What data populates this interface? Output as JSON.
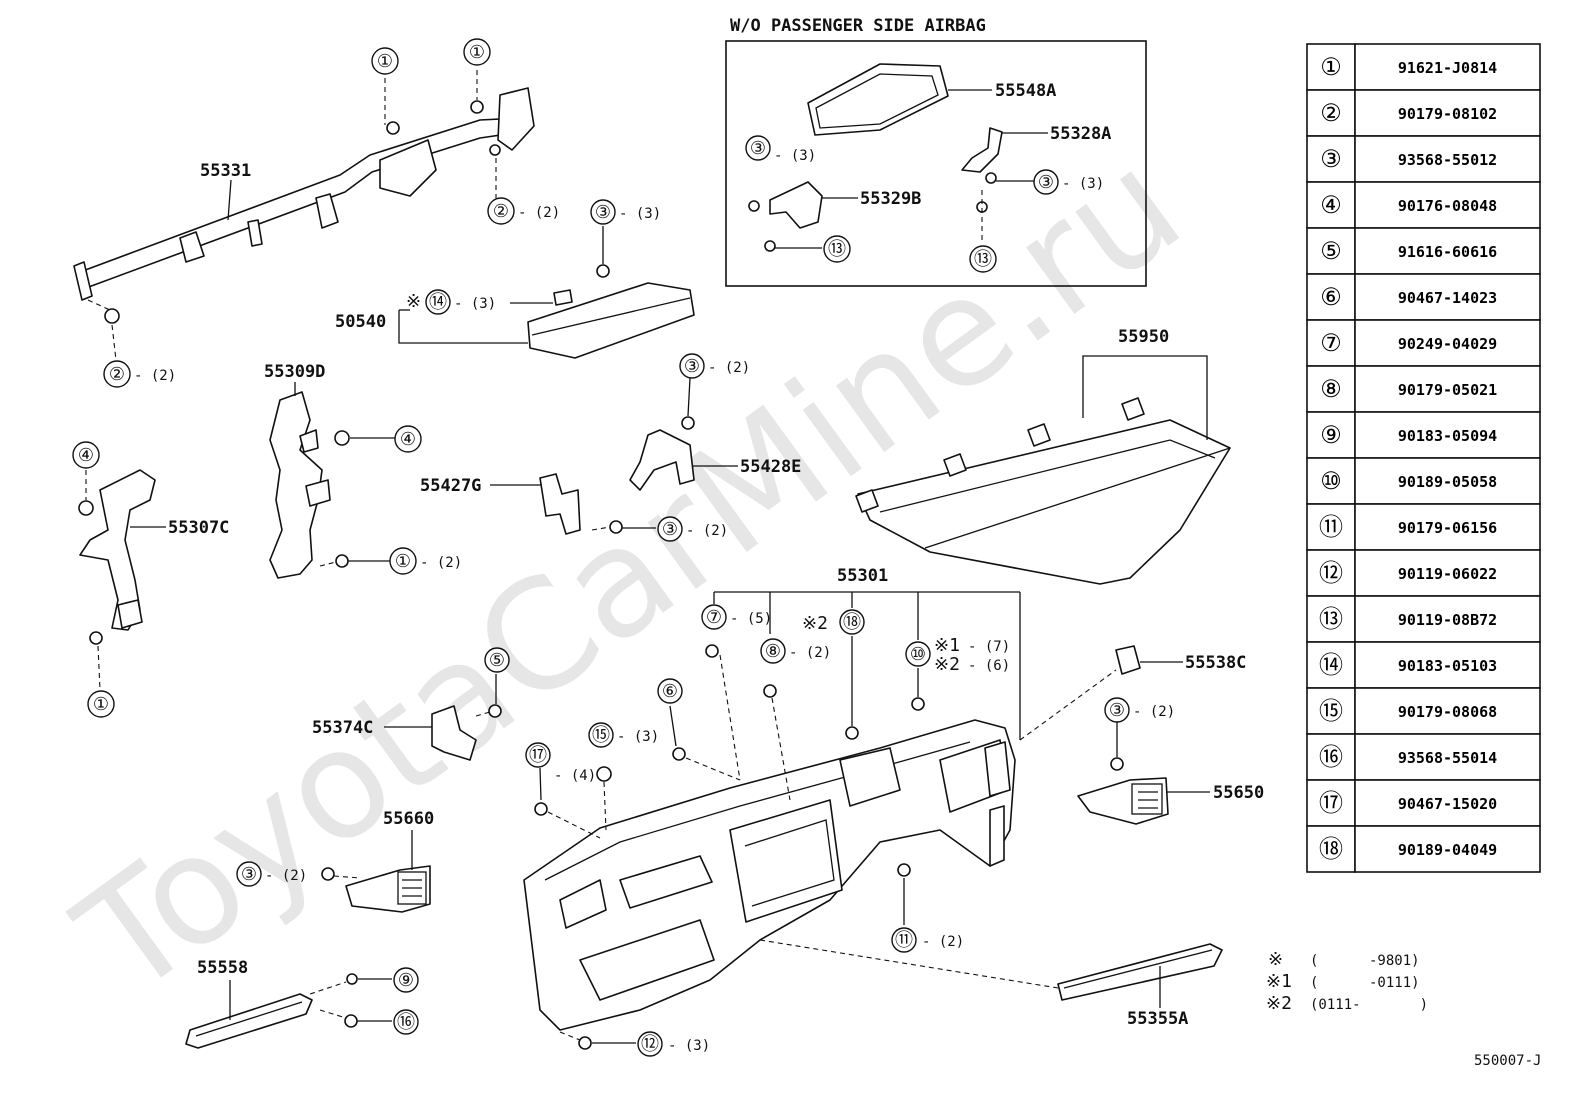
{
  "watermark": "ToyotaCarMine.ru",
  "inset_title": "W/O PASSENGER SIDE AIRBAG",
  "diagram_code": "550007-J",
  "labels": {
    "p55331": "55331",
    "p50540": "50540",
    "p55309D": "55309D",
    "p55307C": "55307C",
    "p55427G": "55427G",
    "p55428E": "55428E",
    "p55548A": "55548A",
    "p55328A": "55328A",
    "p55329B": "55329B",
    "p55950": "55950",
    "p55301": "55301",
    "p55538C": "55538C",
    "p55374C": "55374C",
    "p55650": "55650",
    "p55660": "55660",
    "p55558": "55558",
    "p55355A": "55355A"
  },
  "callouts": {
    "c1a": "①",
    "c1b": "①",
    "c1c": "①",
    "c1d": "①",
    "c2a": "②",
    "c2b": "②",
    "c3a": "③",
    "c3b": "③",
    "c3c": "③",
    "c3d": "③",
    "c3e": "③",
    "c3f": "③",
    "c3g": "③",
    "c4": "④",
    "c4b": "④",
    "c5": "⑤",
    "c6": "⑥",
    "c7": "⑦",
    "c8": "⑧",
    "c9": "⑨",
    "c10": "⑩",
    "c11": "⑪",
    "c12": "⑫",
    "c13a": "⑬",
    "c13b": "⑬",
    "c14": "⑭",
    "c15": "⑮",
    "c16": "⑯",
    "c17": "⑰",
    "c18": "⑱"
  },
  "quantities": {
    "q2": "- (2)",
    "q3": "- (3)",
    "q4": "- (4)",
    "q5": "- (5)",
    "q6": "- (6)",
    "q7": "- (7)"
  },
  "notes": {
    "mark": "※",
    "mark1": "※1",
    "mark2": "※2",
    "n14": "※",
    "n18": "※2",
    "n10a": "※1",
    "n10b": "※2"
  },
  "legend": [
    {
      "mark": "※",
      "range": "(      -9801)"
    },
    {
      "mark": "※1",
      "range": "(      -0111)"
    },
    {
      "mark": "※2",
      "range": "(0111-       )"
    }
  ],
  "parts_table": [
    {
      "ref": "①",
      "part": "91621-J0814"
    },
    {
      "ref": "②",
      "part": "90179-08102"
    },
    {
      "ref": "③",
      "part": "93568-55012"
    },
    {
      "ref": "④",
      "part": "90176-08048"
    },
    {
      "ref": "⑤",
      "part": "91616-60616"
    },
    {
      "ref": "⑥",
      "part": "90467-14023"
    },
    {
      "ref": "⑦",
      "part": "90249-04029"
    },
    {
      "ref": "⑧",
      "part": "90179-05021"
    },
    {
      "ref": "⑨",
      "part": "90183-05094"
    },
    {
      "ref": "⑩",
      "part": "90189-05058"
    },
    {
      "ref": "⑪",
      "part": "90179-06156"
    },
    {
      "ref": "⑫",
      "part": "90119-06022"
    },
    {
      "ref": "⑬",
      "part": "90119-08B72"
    },
    {
      "ref": "⑭",
      "part": "90183-05103"
    },
    {
      "ref": "⑮",
      "part": "90179-08068"
    },
    {
      "ref": "⑯",
      "part": "93568-55014"
    },
    {
      "ref": "⑰",
      "part": "90467-15020"
    },
    {
      "ref": "⑱",
      "part": "90189-04049"
    }
  ]
}
